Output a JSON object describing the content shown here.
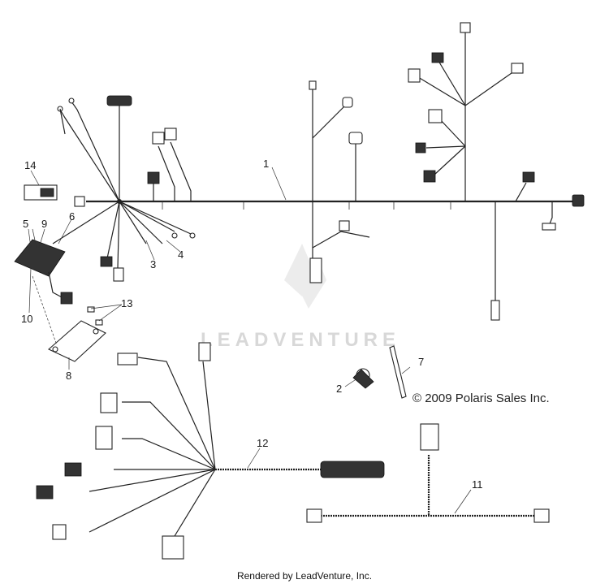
{
  "callouts": [
    "1",
    "2",
    "3",
    "4",
    "5",
    "6",
    "7",
    "8",
    "9",
    "10",
    "11",
    "12",
    "13",
    "14"
  ],
  "copyright": "© 2009 Polaris Sales Inc.",
  "watermark": "LEADVENTURE",
  "rendered_by": "Rendered by LeadVenture, Inc.",
  "icons": {
    "watermark_logo": "leadventure-flame-logo-icon"
  }
}
